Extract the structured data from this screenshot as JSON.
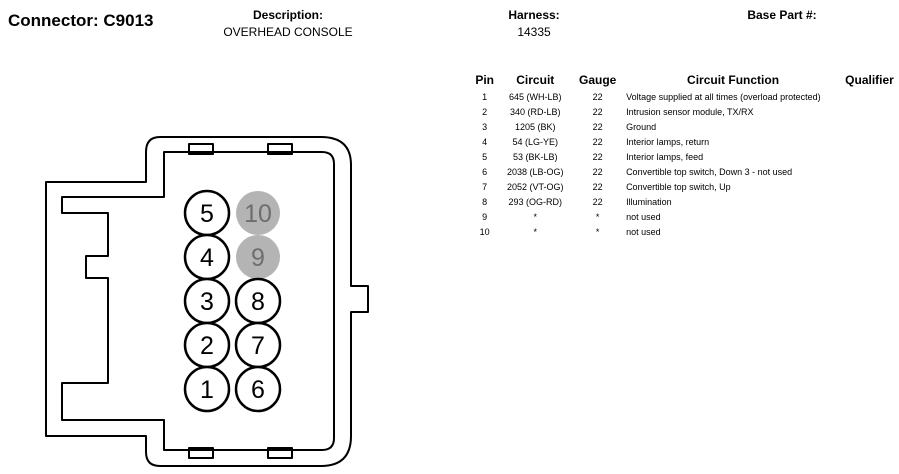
{
  "connector": {
    "title": "Connector: C9013",
    "description_label": "Description:",
    "description_value": "OVERHEAD CONSOLE",
    "harness_label": "Harness:",
    "harness_value": "14335",
    "base_part_label": "Base Part #:",
    "base_part_value": ""
  },
  "table": {
    "headers": {
      "pin": "Pin",
      "circuit": "Circuit",
      "gauge": "Gauge",
      "function": "Circuit Function",
      "qualifier": "Qualifier"
    },
    "rows": [
      {
        "pin": "1",
        "circuit": "645 (WH-LB)",
        "gauge": "22",
        "function": "Voltage supplied at all times (overload protected)",
        "qualifier": ""
      },
      {
        "pin": "2",
        "circuit": "340 (RD-LB)",
        "gauge": "22",
        "function": "Intrusion sensor module, TX/RX",
        "qualifier": ""
      },
      {
        "pin": "3",
        "circuit": "1205 (BK)",
        "gauge": "22",
        "function": "Ground",
        "qualifier": ""
      },
      {
        "pin": "4",
        "circuit": "54 (LG-YE)",
        "gauge": "22",
        "function": "Interior lamps, return",
        "qualifier": ""
      },
      {
        "pin": "5",
        "circuit": "53 (BK-LB)",
        "gauge": "22",
        "function": "Interior lamps, feed",
        "qualifier": ""
      },
      {
        "pin": "6",
        "circuit": "2038 (LB-OG)",
        "gauge": "22",
        "function": "Convertible top switch, Down 3 - not used",
        "qualifier": ""
      },
      {
        "pin": "7",
        "circuit": "2052 (VT-OG)",
        "gauge": "22",
        "function": "Convertible top switch, Up",
        "qualifier": ""
      },
      {
        "pin": "8",
        "circuit": "293 (OG-RD)",
        "gauge": "22",
        "function": "Illumination",
        "qualifier": ""
      },
      {
        "pin": "9",
        "circuit": "*",
        "gauge": "*",
        "function": "not used",
        "qualifier": ""
      },
      {
        "pin": "10",
        "circuit": "*",
        "gauge": "*",
        "function": "not used",
        "qualifier": ""
      }
    ]
  },
  "diagram": {
    "pins": [
      {
        "label": "5",
        "used": true
      },
      {
        "label": "10",
        "used": false
      },
      {
        "label": "4",
        "used": true
      },
      {
        "label": "9",
        "used": false
      },
      {
        "label": "3",
        "used": true
      },
      {
        "label": "8",
        "used": true
      },
      {
        "label": "2",
        "used": true
      },
      {
        "label": "7",
        "used": true
      },
      {
        "label": "1",
        "used": true
      },
      {
        "label": "6",
        "used": true
      }
    ],
    "colors": {
      "used_fill": "#ffffff",
      "unused_fill": "#b4b4b4",
      "unused_text": "#6e6e6e",
      "stroke": "#000000"
    }
  }
}
